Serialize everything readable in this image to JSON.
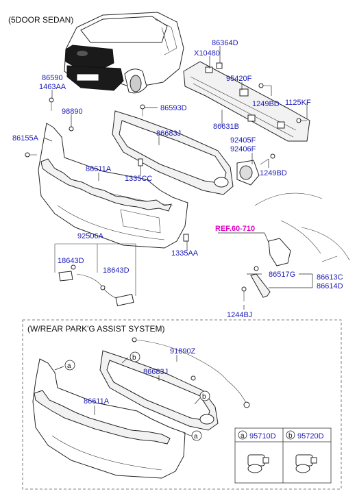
{
  "header": {
    "title": "(5DOOR SEDAN)"
  },
  "parts": {
    "p86364D": "86364D",
    "pX10480": "X10480",
    "p86590": "86590",
    "p1463AA": "1463AA",
    "p95420F": "95420F",
    "p1249BD_a": "1249BD",
    "p1125KF": "1125KF",
    "p98890": "98890",
    "p86593D": "86593D",
    "p86631B": "86631B",
    "p86155A": "86155A",
    "p86683J": "86683J",
    "p92405F": "92405F",
    "p92406F": "92406F",
    "p86611A": "86611A",
    "p1335CC": "1335CC",
    "p1249BD_b": "1249BD",
    "pREF": "REF.60-710",
    "p92506A": "92506A",
    "p1335AA": "1335AA",
    "p18643D_a": "18643D",
    "p18643D_b": "18643D",
    "p86517G": "86517G",
    "p86613C": "86613C",
    "p86614D": "86614D",
    "p1244BJ": "1244BJ"
  },
  "inset": {
    "title": "(W/REAR PARK'G ASSIST SYSTEM)",
    "p91890Z": "91890Z",
    "p86683J": "86683J",
    "p86611A": "86611A",
    "callout_a": "a",
    "callout_b": "b",
    "legend": [
      {
        "letter": "a",
        "part": "95710D"
      },
      {
        "letter": "b",
        "part": "95720D"
      }
    ]
  }
}
